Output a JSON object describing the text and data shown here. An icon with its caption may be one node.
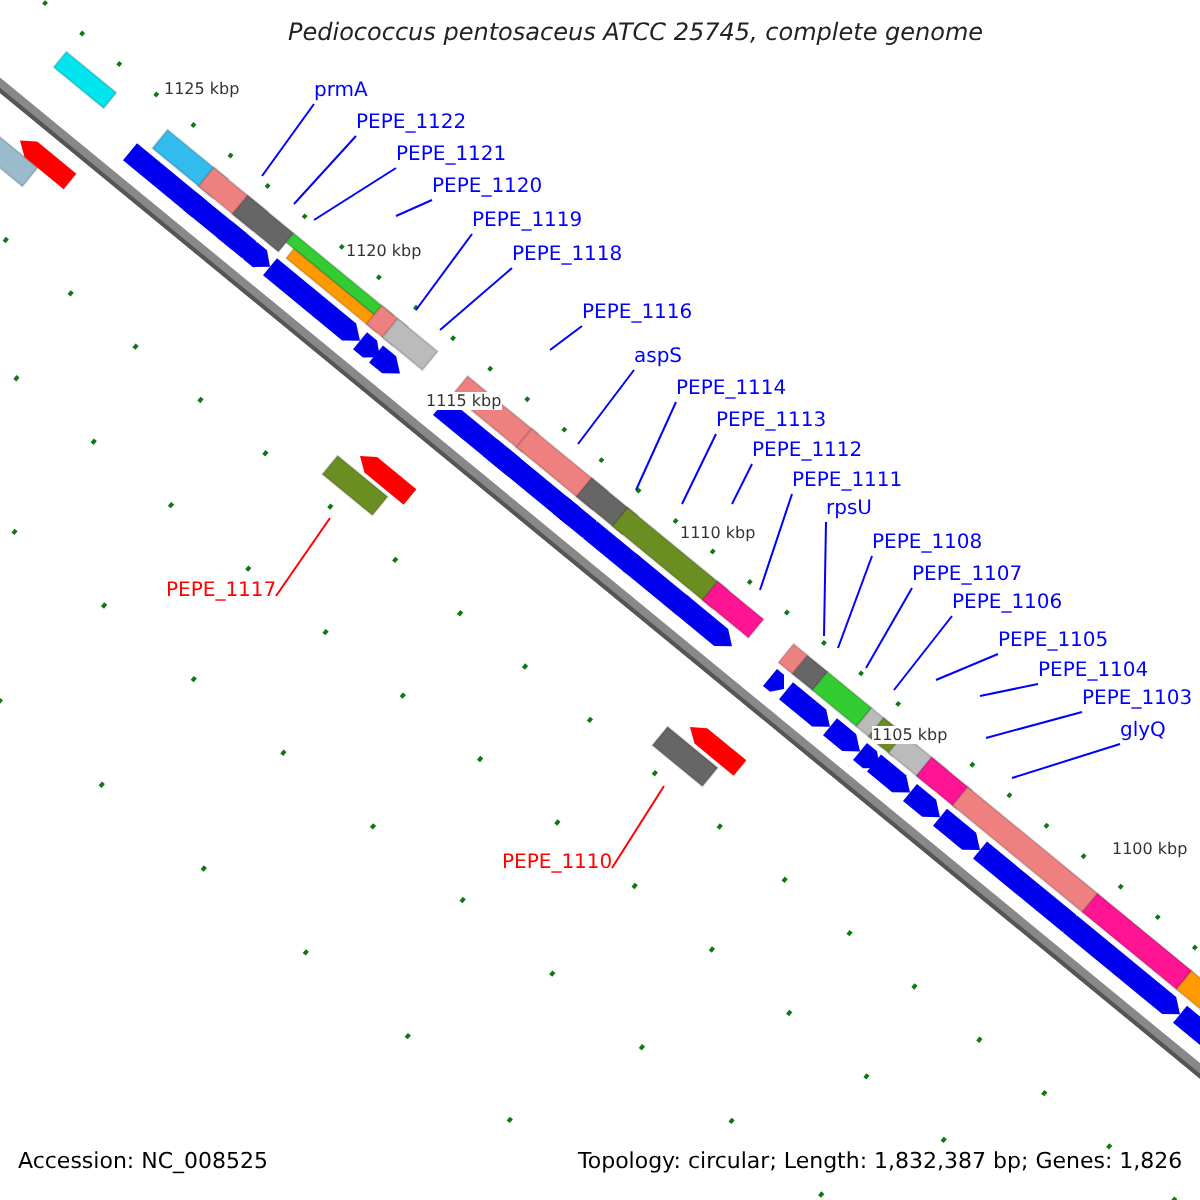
{
  "diagram": {
    "title": "Pediococcus pentosaceus ATCC 25745, complete genome",
    "nodes": [
      {
        "text": [
          "prmA"
        ]
      },
      {
        "text": [
          "PEPE_1122"
        ]
      },
      {
        "text": [
          "PEPE_1121"
        ]
      },
      {
        "text": [
          "PEPE_1120"
        ]
      },
      {
        "text": [
          "PEPE_1119"
        ]
      },
      {
        "text": [
          "PEPE_1118"
        ]
      },
      {
        "text": [
          "PEPE_1116"
        ]
      },
      {
        "text": [
          "aspS"
        ]
      },
      {
        "text": [
          "PEPE_1114"
        ]
      },
      {
        "text": [
          "PEPE_1113"
        ]
      },
      {
        "text": [
          "PEPE_1112"
        ]
      },
      {
        "text": [
          "PEPE_1111"
        ]
      },
      {
        "text": [
          "rpsU"
        ]
      },
      {
        "text": [
          "PEPE_1108"
        ]
      },
      {
        "text": [
          "PEPE_1107"
        ]
      },
      {
        "text": [
          "PEPE_1117"
        ]
      },
      {
        "text": [
          "PEPE_1106"
        ]
      },
      {
        "text": [
          "PEPE_1105"
        ]
      },
      {
        "text": [
          "PEPE_1104"
        ]
      },
      {
        "text": [
          "PEPE_1103"
        ]
      },
      {
        "text": [
          "glyQ"
        ]
      },
      {
        "text": [
          "PEPE_1110"
        ]
      }
    ],
    "edges": [
      {
        "from": 0,
        "to": null,
        "arrow": "none"
      },
      {
        "from": 1,
        "to": null,
        "arrow": "none"
      },
      {
        "from": 2,
        "to": null,
        "arrow": "none"
      },
      {
        "from": 3,
        "to": null,
        "arrow": "none"
      },
      {
        "from": 4,
        "to": null,
        "arrow": "none"
      },
      {
        "from": 5,
        "to": null,
        "arrow": "none"
      },
      {
        "from": 6,
        "to": null,
        "arrow": "none"
      },
      {
        "from": 7,
        "to": null,
        "arrow": "none"
      },
      {
        "from": 8,
        "to": null,
        "arrow": "none"
      },
      {
        "from": 9,
        "to": null,
        "arrow": "none"
      },
      {
        "from": 10,
        "to": null,
        "arrow": "none"
      },
      {
        "from": 11,
        "to": null,
        "arrow": "none"
      },
      {
        "from": 12,
        "to": null,
        "arrow": "none"
      },
      {
        "from": 13,
        "to": null,
        "arrow": "none"
      },
      {
        "from": 14,
        "to": null,
        "arrow": "none"
      },
      {
        "from": 15,
        "to": null,
        "arrow": "none",
        "color": "#ff0000"
      },
      {
        "from": 16,
        "to": null,
        "arrow": "none"
      },
      {
        "from": 17,
        "to": null,
        "arrow": "none"
      },
      {
        "from": 18,
        "to": null,
        "arrow": "none"
      },
      {
        "from": 19,
        "to": null,
        "arrow": "none"
      },
      {
        "from": 20,
        "to": null,
        "arrow": "none"
      },
      {
        "from": 21,
        "to": null,
        "arrow": "none",
        "color": "#ff0000"
      }
    ],
    "labels": [
      "1125 kbp",
      "1120 kbp",
      "1115 kbp",
      "1110 kbp",
      "1105 kbp",
      "1100 kbp",
      "Accession: NC_008525",
      "Topology: circular; Length: 1,832,387 bp; Genes: 1,826"
    ]
  }
}
